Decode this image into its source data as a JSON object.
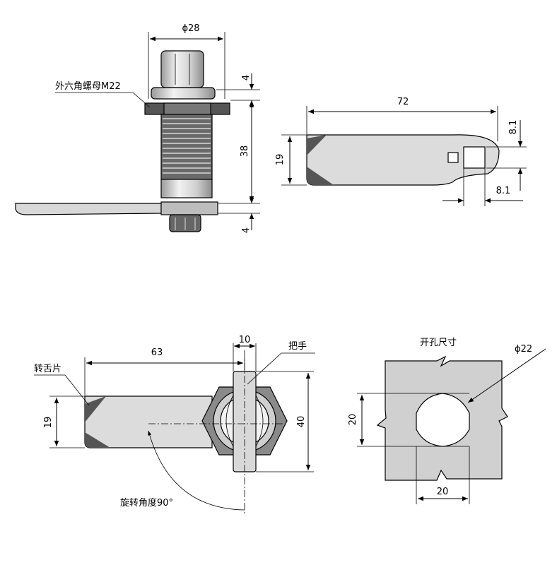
{
  "labels": {
    "hex_nut": "外六角螺母M22",
    "tongue": "转舌片",
    "handle": "把手",
    "rotation": "旋转角度90°",
    "cutout": "开孔尺寸"
  },
  "dimensions": {
    "d28": "ϕ28",
    "d4_top": "4",
    "d38": "38",
    "d4_bottom": "4",
    "d72": "72",
    "d19_side": "19",
    "d8_1_v": "8.1",
    "d8_1_h": "8.1",
    "d63": "63",
    "d10": "10",
    "d19_bottom": "19",
    "d40": "40",
    "d22": "ϕ22",
    "d20_v": "20",
    "d20_h": "20"
  },
  "colors": {
    "metal_fill": "#dcdcdc",
    "metal_dark": "#8a8a8a",
    "line": "#000000"
  }
}
